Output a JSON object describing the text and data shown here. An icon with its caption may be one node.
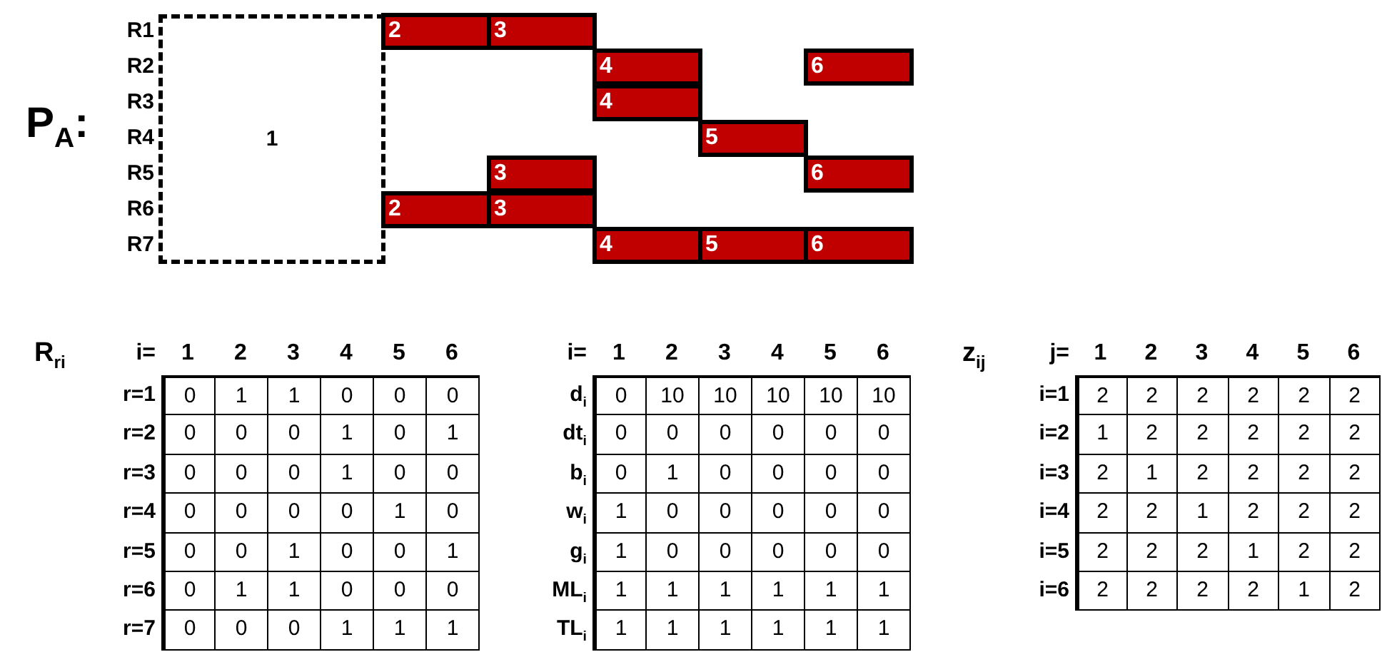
{
  "diagram": {
    "nodes": [
      {
        "text": [
          "1"
        ]
      },
      {
        "text": [
          "2"
        ]
      },
      {
        "text": [
          "3"
        ]
      },
      {
        "text": [
          "4"
        ]
      },
      {
        "text": [
          "6"
        ]
      },
      {
        "text": [
          "4"
        ]
      },
      {
        "text": [
          "5"
        ]
      },
      {
        "text": [
          "3"
        ]
      },
      {
        "text": [
          "6"
        ]
      },
      {
        "text": [
          "2"
        ]
      },
      {
        "text": [
          "3"
        ]
      },
      {
        "text": [
          "4"
        ]
      },
      {
        "text": [
          "5"
        ]
      },
      {
        "text": [
          "6"
        ]
      }
    ],
    "labels": [
      "P$_{A}$:",
      "R1",
      "R2",
      "R3",
      "R4",
      "R5",
      "R6",
      "R7",
      "R$_{ri}$",
      "i=",
      "1",
      "2",
      "3",
      "4",
      "5",
      "6",
      "r=1",
      "0",
      "1",
      "1",
      "0",
      "0",
      "0",
      "r=2",
      "0",
      "0",
      "0",
      "1",
      "0",
      "1",
      "r=3",
      "0",
      "0",
      "0",
      "1",
      "0",
      "0",
      "r=4",
      "0",
      "0",
      "0",
      "0",
      "1",
      "0",
      "r=5",
      "0",
      "0",
      "1",
      "0",
      "0",
      "1",
      "r=6",
      "0",
      "1",
      "1",
      "0",
      "0",
      "0",
      "r=7",
      "0",
      "0",
      "0",
      "1",
      "1",
      "1",
      "i=",
      "1",
      "2",
      "3",
      "4",
      "5",
      "6",
      "d$_{i}$",
      "0",
      "10",
      "10",
      "10",
      "10",
      "10",
      "dt$_{i}$",
      "0",
      "0",
      "0",
      "0",
      "0",
      "0",
      "b$_{i}$",
      "0",
      "1",
      "0",
      "0",
      "0",
      "0",
      "w$_{i}$",
      "1",
      "0",
      "0",
      "0",
      "0",
      "0",
      "g$_{i}$",
      "1",
      "0",
      "0",
      "0",
      "0",
      "0",
      "ML$_{i}$",
      "1",
      "1",
      "1",
      "1",
      "1",
      "1",
      "TL$_{i}$",
      "1",
      "1",
      "1",
      "1",
      "1",
      "1",
      "z$_{ij}$",
      "j=",
      "1",
      "2",
      "3",
      "4",
      "5",
      "6",
      "i=1",
      "2",
      "2",
      "2",
      "2",
      "2",
      "2",
      "i=2",
      "1",
      "2",
      "2",
      "2",
      "2",
      "2",
      "i=3",
      "2",
      "1",
      "2",
      "2",
      "2",
      "2",
      "i=4",
      "2",
      "2",
      "1",
      "2",
      "2",
      "2",
      "i=5",
      "2",
      "2",
      "2",
      "1",
      "2",
      "2",
      "i=6",
      "2",
      "2",
      "2",
      "2",
      "1",
      "2"
    ]
  }
}
